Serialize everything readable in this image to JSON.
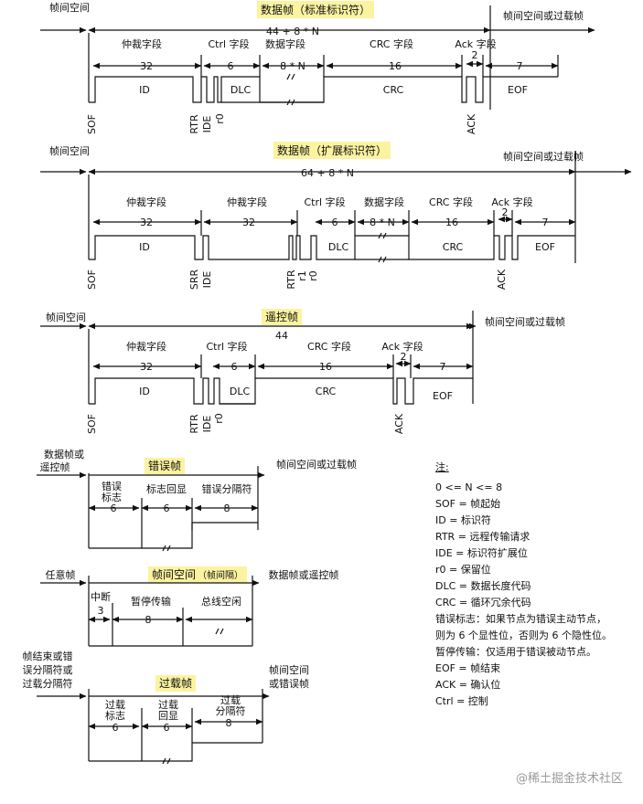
{
  "f1": {
    "title": "数据帧（标准标识符）",
    "left": "帧间空间",
    "right": "帧间空间或过载帧",
    "total": "44 + 8 * N",
    "fields": [
      "仲裁字段",
      "Ctrl 字段",
      "数据字段",
      "CRC 字段",
      "Ack 字段"
    ],
    "bits": [
      "32",
      "6",
      "8 * N",
      "16",
      "2",
      "7"
    ],
    "boxes": [
      "ID",
      "DLC",
      "CRC",
      "EOF"
    ],
    "vlabels": [
      "SOF",
      "RTR",
      "IDE",
      "r0",
      "ACK"
    ]
  },
  "f2": {
    "title": "数据帧（扩展标识符）",
    "left": "帧间空间",
    "right": "帧间空间或过载帧",
    "total": "64 + 8 * N",
    "fields": [
      "仲裁字段",
      "仲裁字段",
      "Ctrl 字段",
      "数据字段",
      "CRC 字段",
      "Ack 字段"
    ],
    "bits": [
      "32",
      "32",
      "6",
      "8 * N",
      "16",
      "2",
      "7"
    ],
    "boxes": [
      "ID",
      "DLC",
      "CRC",
      "EOF"
    ],
    "vlabels": [
      "SOF",
      "SRR",
      "IDE",
      "RTR",
      "r1",
      "r0",
      "ACK"
    ]
  },
  "f3": {
    "title": "遥控帧",
    "left": "帧间空间",
    "right": "帧间空间或过载帧",
    "total": "44",
    "fields": [
      "仲裁字段",
      "Ctrl 字段",
      "CRC 字段",
      "Ack 字段"
    ],
    "bits": [
      "32",
      "6",
      "16",
      "2",
      "7"
    ],
    "boxes": [
      "ID",
      "DLC",
      "CRC",
      "EOF"
    ],
    "vlabels": [
      "SOF",
      "RTR",
      "IDE",
      "r0",
      "ACK"
    ]
  },
  "f4": {
    "title": "错误帧",
    "left1": "数据帧或",
    "left2": "遥控帧",
    "right": "帧间空间或过载帧",
    "fields": [
      "错误",
      "标志",
      "标志回显",
      "错误分隔符"
    ],
    "bits": [
      "6",
      "6",
      "8"
    ]
  },
  "f5": {
    "title": "帧间空间",
    "title_sub": "（帧间隔）",
    "left": "任意帧",
    "right": "数据帧或遥控帧",
    "fields": [
      "中断",
      "暂停传输",
      "总线空闲"
    ],
    "bits": [
      "3",
      "8"
    ]
  },
  "f6": {
    "title": "过载帧",
    "left": [
      "帧结束或错",
      "误分隔符或",
      "过载分隔符"
    ],
    "right": [
      "帧间空间",
      "或错误帧"
    ],
    "fields": [
      "过载",
      "标志",
      "过载",
      "回显",
      "过载",
      "分隔符"
    ],
    "bits": [
      "6",
      "6",
      "8"
    ]
  },
  "notes": {
    "title": "注:",
    "lines": [
      "0 <= N <= 8",
      "SOF = 帧起始",
      "ID = 标识符",
      "RTR = 远程传输请求",
      "IDE = 标识符扩展位",
      "r0 = 保留位",
      "DLC = 数据长度代码",
      "CRC = 循环冗余代码",
      "错误标志：如果节点为错误主动节点，",
      "则为 6 个显性位，否则为 6 个隐性位。",
      "暂停传输：仅适用于错误被动节点。",
      "EOF = 帧结束",
      "ACK = 确认位",
      "Ctrl = 控制"
    ]
  },
  "watermark": "@稀土掘金技术社区",
  "colors": {
    "highlight": "#fbf3a0",
    "line": "#111111"
  }
}
